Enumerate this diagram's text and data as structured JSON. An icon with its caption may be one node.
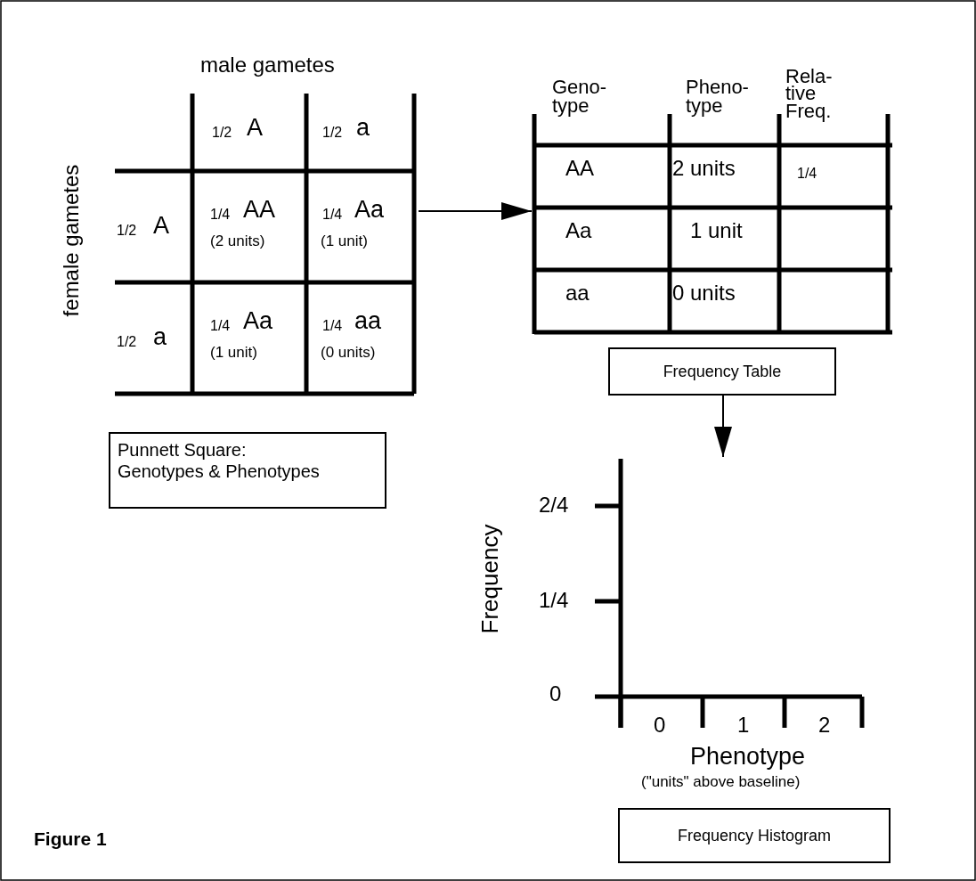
{
  "diagram": {
    "nodes": [
      {
        "text": [
          "male gametes",
          "female gametes",
          "1/2",
          "A",
          "1/2",
          "a",
          "1/2",
          "A",
          "1/4",
          "AA",
          "(2 units)",
          "1/4",
          "Aa",
          "(1 unit)",
          "1/2",
          "a",
          "1/4",
          "Aa",
          "(1 unit)",
          "1/4",
          "aa",
          "(0 units)"
        ]
      },
      {
        "text": [
          "Punnett Square: Genotypes & Phenotypes"
        ]
      },
      {
        "text": [
          "Geno- type",
          "Pheno- type",
          "Rela- tive Freq.",
          "AA",
          "2 units",
          "1/4",
          "Aa",
          "1 unit",
          "aa",
          "0 units"
        ]
      },
      {
        "text": [
          "Frequency Table"
        ]
      },
      {
        "text": [
          "Frequency",
          "2/4",
          "1/4",
          "0",
          "0",
          "1",
          "2",
          "Phenotype",
          "(\"units\" above baseline)"
        ]
      },
      {
        "text": [
          "Frequency Histogram"
        ]
      }
    ],
    "edges": [
      {
        "from": 0,
        "to": 2,
        "arrow": "to"
      },
      {
        "from": 3,
        "to": 4,
        "arrow": "to"
      }
    ],
    "labels": [
      "Figure 1"
    ]
  }
}
